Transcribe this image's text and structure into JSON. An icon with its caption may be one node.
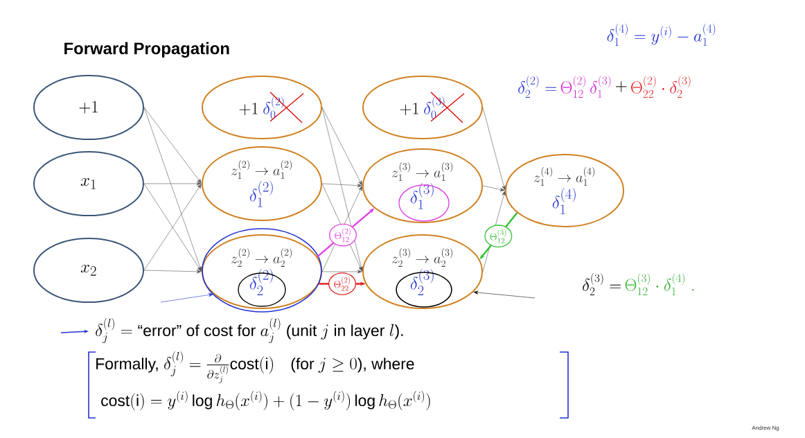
{
  "diagram": {
    "title": "Forward Propagation",
    "nodes": [
      {
        "text": [
          "+1"
        ]
      },
      {
        "text": [
          "x_1"
        ]
      },
      {
        "text": [
          "x_2"
        ]
      },
      {
        "text": [
          "+1",
          "\\delta_0^{(2)}"
        ]
      },
      {
        "text": [
          "z_1^{(2)} \\to a_1^{(2)}",
          "\\delta_1^{(2)}"
        ]
      },
      {
        "text": [
          "z_2^{(2)} \\to a_2^{(2)}",
          "\\delta_2^{(2)}"
        ]
      },
      {
        "text": [
          "+1",
          "\\delta_0^{(3)}"
        ]
      },
      {
        "text": [
          "z_1^{(3)} \\to a_1^{(3)}",
          "\\delta_1^{(3)}"
        ]
      },
      {
        "text": [
          "z_2^{(3)} \\to a_2^{(3)}",
          "\\delta_2^{(3)}"
        ]
      },
      {
        "text": [
          "z_1^{(4)} \\to a_1^{(4)}",
          "\\delta_1^{(4)}"
        ]
      }
    ],
    "edges": [
      {
        "from": 0,
        "to": 4,
        "arrow": "to"
      },
      {
        "from": 0,
        "to": 5,
        "arrow": "to"
      },
      {
        "from": 1,
        "to": 4,
        "arrow": "to"
      },
      {
        "from": 1,
        "to": 5,
        "arrow": "to"
      },
      {
        "from": 2,
        "to": 4,
        "arrow": "to"
      },
      {
        "from": 2,
        "to": 5,
        "arrow": "to"
      },
      {
        "from": 3,
        "to": 7,
        "arrow": "to"
      },
      {
        "from": 3,
        "to": 8,
        "arrow": "to"
      },
      {
        "from": 4,
        "to": 7,
        "arrow": "to"
      },
      {
        "from": 4,
        "to": 8,
        "arrow": "to"
      },
      {
        "from": 5,
        "to": 7,
        "arrow": "to"
      },
      {
        "from": 5,
        "to": 8,
        "arrow": "to"
      },
      {
        "from": 6,
        "to": 9,
        "arrow": "to"
      },
      {
        "from": 7,
        "to": 9,
        "arrow": "to"
      },
      {
        "from": 8,
        "to": 9,
        "arrow": "to"
      },
      {
        "from": 5,
        "to": 7,
        "arrow": "to",
        "label": "\\Theta_{12}^{(2)}",
        "style": "thick",
        "color": "#e040e0"
      },
      {
        "from": 5,
        "to": 8,
        "arrow": "to",
        "label": "\\Theta_{22}^{(2)}",
        "style": "thick",
        "color": "#e02020"
      },
      {
        "from": 9,
        "to": 8,
        "arrow": "to",
        "label": "\\Theta_{12}^{(3)}",
        "style": "thick",
        "color": "#30c030"
      },
      {
        "from": null,
        "to": 8,
        "arrow": "to",
        "color": "#111111"
      },
      {
        "from": null,
        "to": 5,
        "arrow": "to",
        "color": "#2030d0"
      }
    ],
    "labels": [
      "\\delta_1^{(4)} = y^{(i)} - a_1^{(4)}",
      "\\delta_2^{(2)} =",
      "\\Theta_{12}^{(2)}\\,\\delta_1^{(3)}",
      "+",
      "\\Theta_{22}^{(2)} \\cdot \\delta_2^{(3)}",
      "\\delta_2^{(3)} =",
      "\\Theta_{12}^{(3)} \\cdot \\delta_1^{(4)}\\ .",
      "\\delta_j^{(l)} = \\text{“error” of cost for } a_j^{(l)} \\text{ (unit } j \\text{ in layer } l\\text{).}",
      "\\text{Formally, } \\delta_j^{(l)} = \\frac{\\partial}{\\partial z_j^{(l)}} \\mathrm{cost(i)} \\quad \\text{(for } j \\geq 0\\text{), where}",
      "\\mathrm{cost(i)} = y^{(i)} \\log h_\\Theta(x^{(i)}) + (1 - y^{(i)}) \\log h_\\Theta(x^{(i)})",
      "Andrew Ng"
    ]
  }
}
